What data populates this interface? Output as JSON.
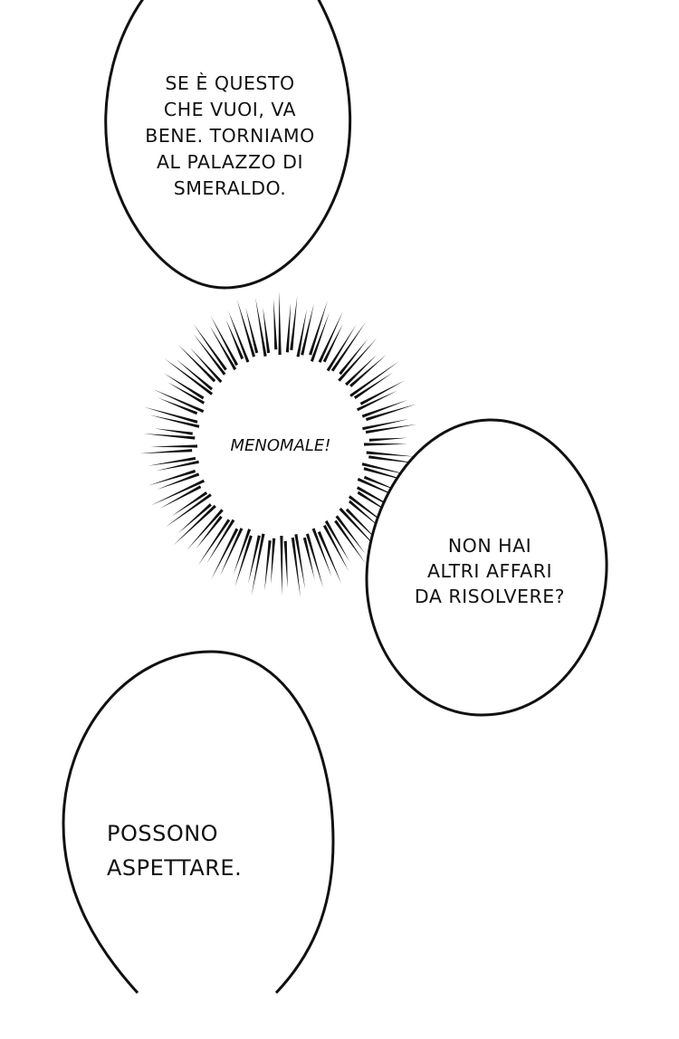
{
  "page": {
    "type": "comic-page",
    "background": "#ffffff",
    "ink_color": "#111111"
  },
  "bubbles": [
    {
      "id": "top",
      "shape": "oval-speech-bubble",
      "lines": [
        "SE È QUESTO",
        "CHE VUOI, VA",
        "BENE. TORNIAMO",
        "AL PALAZZO DI",
        "SMERALDO."
      ]
    },
    {
      "id": "burst",
      "shape": "radial-burst",
      "lines": [
        "MENOMALE!"
      ]
    },
    {
      "id": "right",
      "shape": "oval-speech-bubble",
      "lines": [
        "NON HAI",
        "ALTRI AFFARI",
        "DA RISOLVERE?"
      ]
    },
    {
      "id": "bottom",
      "shape": "oval-speech-bubble-cropped",
      "lines": [
        "POSSONO",
        "ASPETTARE."
      ]
    }
  ]
}
